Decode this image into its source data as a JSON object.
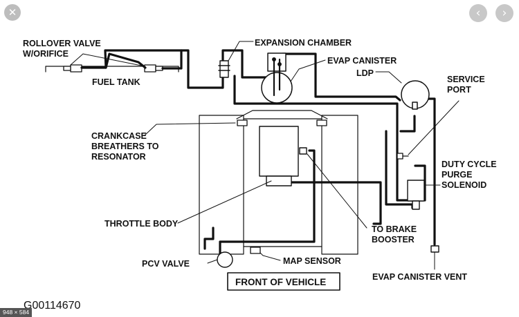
{
  "labels": {
    "rollover_valve_1": "ROLLOVER VALVE",
    "rollover_valve_2": "W/ORIFICE",
    "fuel_tank": "FUEL TANK",
    "expansion_chamber": "EXPANSION CHAMBER",
    "evap_canister": "EVAP CANISTER",
    "ldp": "LDP",
    "service_port_1": "SERVICE",
    "service_port_2": "PORT",
    "crankcase_1": "CRANKCASE",
    "crankcase_2": "BREATHERS TO",
    "crankcase_3": "RESONATOR",
    "duty_cycle_1": "DUTY CYCLE",
    "duty_cycle_2": "PURGE",
    "duty_cycle_3": "SOLENOID",
    "throttle_body": "THROTTLE BODY",
    "to_brake_1": "TO BRAKE",
    "to_brake_2": "BOOSTER",
    "pcv_valve": "PCV VALVE",
    "map_sensor": "MAP SENSOR",
    "evap_canister_vent": "EVAP CANISTER VENT",
    "front_of_vehicle": "FRONT OF VEHICLE",
    "figure_code": "G00114670"
  },
  "viewer": {
    "close_icon": "✕",
    "prev_icon": "‹",
    "next_icon": "›",
    "dimensions": "948 × 584"
  }
}
